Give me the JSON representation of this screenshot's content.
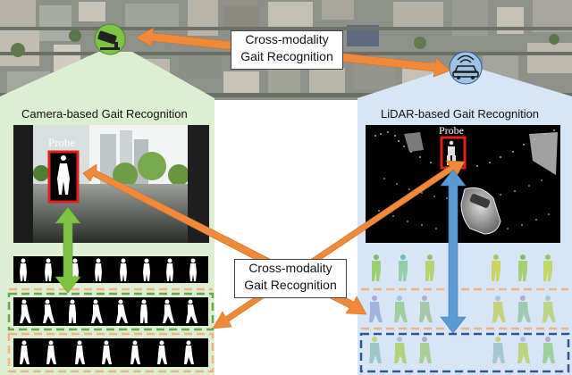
{
  "labels": {
    "cross_modality_line1": "Cross-modality",
    "cross_modality_line2": "Gait Recognition",
    "camera_panel_title": "Camera-based Gait Recognition",
    "lidar_panel_title": "LiDAR-based Gait Recognition",
    "probe_camera": "Probe",
    "probe_lidar": "Probe"
  },
  "icons": {
    "camera": "cctv-camera-icon",
    "lidar": "lidar-car-icon"
  },
  "colors": {
    "camera_panel": "#dcefd0",
    "lidar_panel": "#d6e6f6",
    "orange_arrow": "#f08a3a",
    "green_arrow": "#7cc442",
    "blue_arrow": "#5b9bd5",
    "probe_box": "#e0201c",
    "green_dashed": "#6aa84f",
    "orange_dashed": "#f4b183",
    "blue_dashed": "#2e5597"
  }
}
